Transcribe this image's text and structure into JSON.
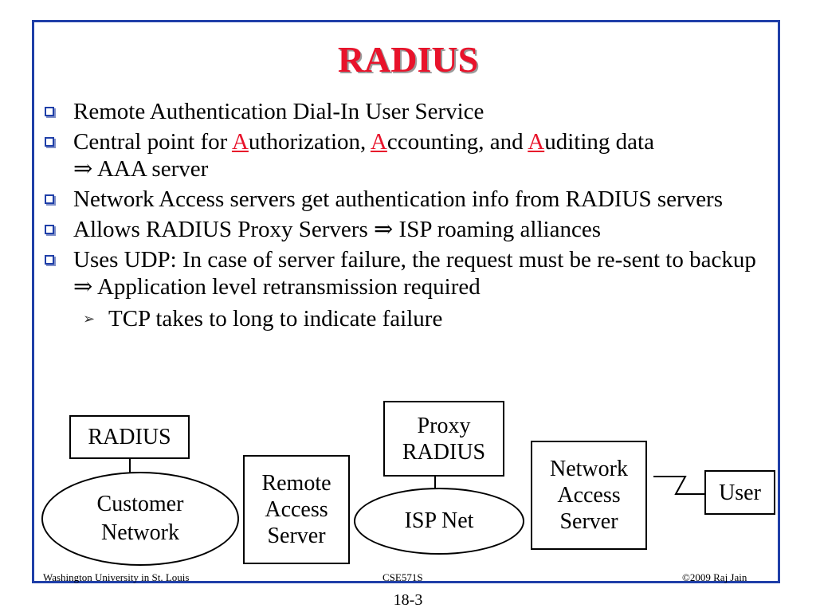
{
  "slide": {
    "title": "RADIUS",
    "bullets": {
      "b1": "Remote Authentication Dial-In User Service",
      "b2_pre": "Central point for ",
      "b2_a1": "A",
      "b2_t1": "uthorization, ",
      "b2_a2": "A",
      "b2_t2": "ccounting, and ",
      "b2_a3": "A",
      "b2_t3": "uditing data",
      "b2_line2": "⇒ AAA server",
      "b3": "Network Access servers get authentication info from RADIUS servers",
      "b4": "Allows RADIUS Proxy Servers ⇒ ISP roaming alliances",
      "b5": "Uses UDP: In case of server failure, the request must be re-sent to backup ⇒ Application level retransmission required",
      "sub1": "TCP takes to long to indicate failure",
      "sub_marker": "➢"
    },
    "diagram": {
      "radius": "RADIUS",
      "customer_l1": "Customer",
      "customer_l2": "Network",
      "remote_l1": "Remote",
      "remote_l2": "Access",
      "remote_l3": "Server",
      "proxy_l1": "Proxy",
      "proxy_l2": "RADIUS",
      "ispnet": "ISP Net",
      "nas_l1": "Network",
      "nas_l2": "Access",
      "nas_l3": "Server",
      "user": "User"
    },
    "footer": {
      "left": "Washington University in St. Louis",
      "center": "CSE571S",
      "right": "©2009 Raj Jain"
    },
    "page_number": "18-3"
  }
}
